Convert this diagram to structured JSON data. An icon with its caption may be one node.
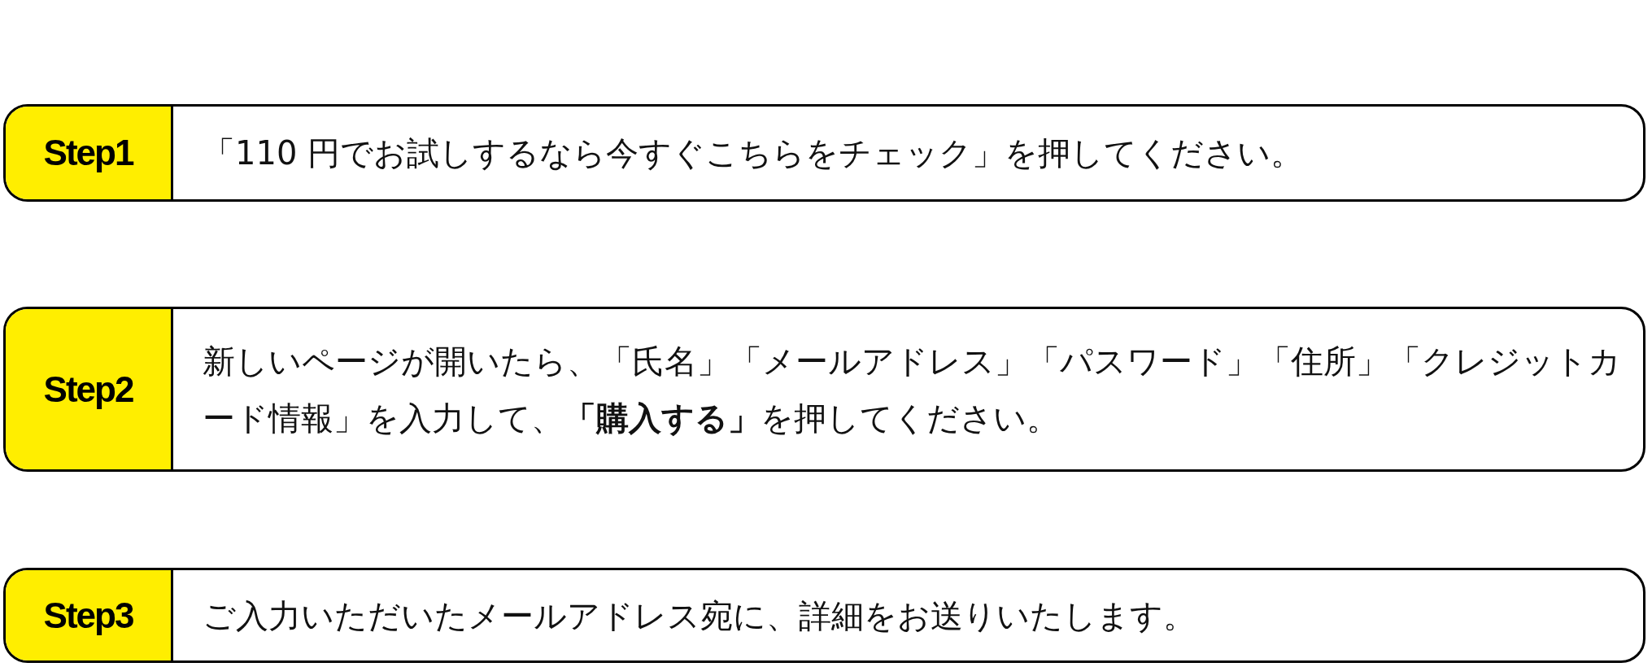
{
  "diagram": {
    "nodes": [
      {
        "text": [
          "Step1",
          "「110 円でお試しするなら今すぐこちらをチェック」を押してください。"
        ]
      },
      {
        "text": [
          "Step2",
          "新しいページが開いたら、「氏名」「メールアドレス」「パスワード」「住所」「クレジットカード情報」を入力して、**「購入する」**を押してください。"
        ]
      },
      {
        "text": [
          "Step3",
          "ご入力いただいたメールアドレス宛に、詳細をお送りいたします。"
        ]
      }
    ]
  }
}
